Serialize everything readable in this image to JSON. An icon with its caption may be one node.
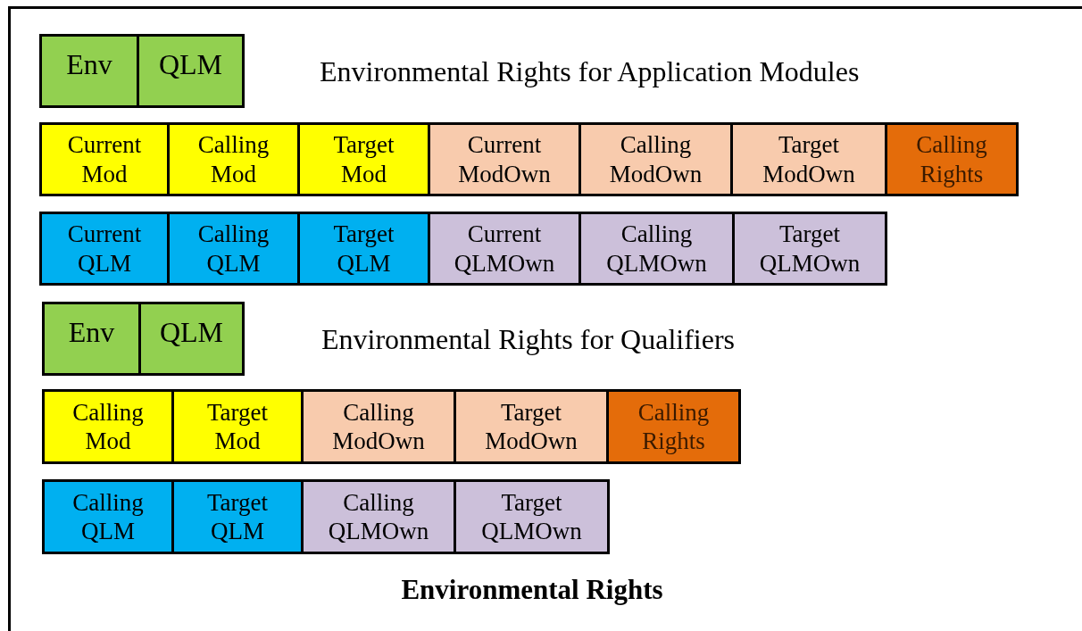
{
  "diagram": {
    "caption": "Environmental Rights",
    "nodes": [
      {
        "text": [
          "Env"
        ]
      },
      {
        "text": [
          "QLM"
        ]
      },
      {
        "text": [
          "Current Mod"
        ]
      },
      {
        "text": [
          "Calling Mod"
        ]
      },
      {
        "text": [
          "Target Mod"
        ]
      },
      {
        "text": [
          "Current ModOwn"
        ]
      },
      {
        "text": [
          "Calling ModOwn"
        ]
      },
      {
        "text": [
          "Target ModOwn"
        ]
      },
      {
        "text": [
          "Calling Rights"
        ]
      },
      {
        "text": [
          "Current QLM"
        ]
      },
      {
        "text": [
          "Calling QLM"
        ]
      },
      {
        "text": [
          "Target QLM"
        ]
      },
      {
        "text": [
          "Current QLMOwn"
        ]
      },
      {
        "text": [
          "Calling QLMOwn"
        ]
      },
      {
        "text": [
          "Target QLMOwn"
        ]
      },
      {
        "text": [
          "Env"
        ]
      },
      {
        "text": [
          "QLM"
        ]
      },
      {
        "text": [
          "Calling Mod"
        ]
      },
      {
        "text": [
          "Target Mod"
        ]
      },
      {
        "text": [
          "Calling ModOwn"
        ]
      },
      {
        "text": [
          "Target ModOwn"
        ]
      },
      {
        "text": [
          "Calling Rights"
        ]
      },
      {
        "text": [
          "Calling QLM"
        ]
      },
      {
        "text": [
          "Target QLM"
        ]
      },
      {
        "text": [
          "Calling QLMOwn"
        ]
      },
      {
        "text": [
          "Target QLMOwn"
        ]
      }
    ],
    "edges": [],
    "labels": [
      "Environmental Rights for Application Modules",
      "Environmental Rights for Qualifiers"
    ]
  }
}
